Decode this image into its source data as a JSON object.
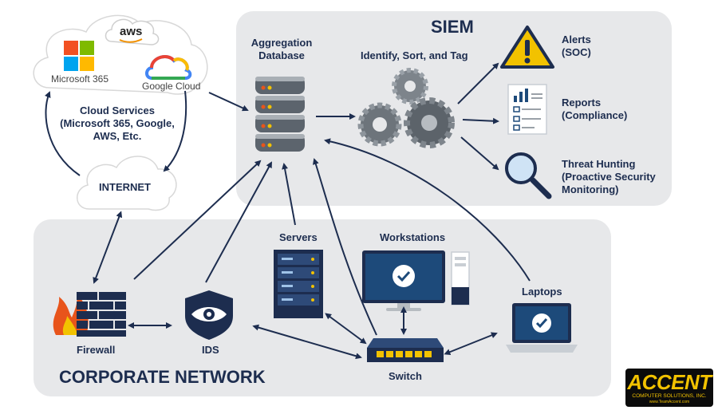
{
  "siem": {
    "title": "SIEM"
  },
  "corporate": {
    "title": "CORPORATE NETWORK"
  },
  "aggregation": {
    "label_line1": "Aggregation",
    "label_line2": "Database"
  },
  "identify": {
    "label": "Identify, Sort, and Tag"
  },
  "alerts": {
    "label_line1": "Alerts",
    "label_line2": "(SOC)"
  },
  "reports": {
    "label_line1": "Reports",
    "label_line2": "(Compliance)"
  },
  "threat": {
    "label_line1": "Threat Hunting",
    "label_line2": "(Proactive Security",
    "label_line3": "Monitoring)"
  },
  "cloud": {
    "label_line1": "Cloud Services",
    "label_line2": "(Microsoft 365, Google,",
    "label_line3": "AWS, Etc.",
    "ms365": "Microsoft 365",
    "google": "Google Cloud",
    "aws": "aws"
  },
  "internet": {
    "label": "INTERNET"
  },
  "firewall": {
    "label": "Firewall"
  },
  "ids": {
    "label": "IDS"
  },
  "servers": {
    "label": "Servers"
  },
  "workstations": {
    "label": "Workstations"
  },
  "laptops": {
    "label": "Laptops"
  },
  "switch": {
    "label": "Switch"
  },
  "logo": {
    "main": "ACCENT",
    "sub": "COMPUTER SOLUTIONS, INC.",
    "url": "www.TeamAccent.com"
  },
  "colors": {
    "navy": "#1d2d4f",
    "panel": "#e7e8ea",
    "alert_yellow": "#f2c200",
    "flame": "#e8541b",
    "screen_blue": "#1d4a7a"
  }
}
